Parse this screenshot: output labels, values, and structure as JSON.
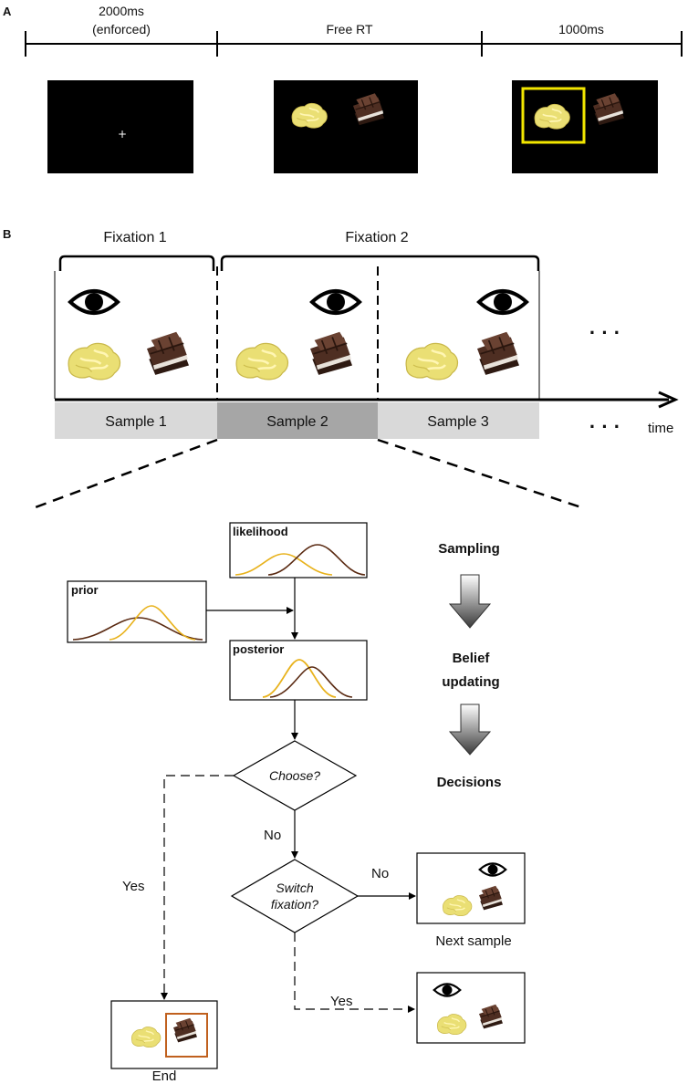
{
  "panel_a": {
    "label": "A",
    "timeline": [
      "2000ms",
      "(enforced)",
      "Free RT",
      "1000ms"
    ]
  },
  "panel_b": {
    "label": "B",
    "fixations": [
      "Fixation 1",
      "Fixation 2"
    ],
    "samples": [
      "Sample 1",
      "Sample 2",
      "Sample 3"
    ],
    "time_label": "time",
    "ellipsis": "· · ·",
    "boxes": {
      "likelihood": "likelihood",
      "prior": "prior",
      "posterior": "posterior"
    },
    "stages": [
      "Sampling",
      "Belief",
      "updating",
      "Decisions"
    ],
    "decision_choose": "Choose?",
    "decision_switch_1": "Switch",
    "decision_switch_2": "fixation?",
    "no_1": "No",
    "no_2": "No",
    "yes_1": "Yes",
    "yes_2": "Yes",
    "next_sample": "Next sample",
    "end": "End"
  },
  "colors": {
    "chips": "#e8dc6e",
    "chocolate": "#4a2b20",
    "curve_gold": "#e8b21c",
    "curve_brown": "#5a2a12",
    "highlight_yellow": "#f2e600",
    "highlight_orange": "#c0601e",
    "sample_light": "#d9d9d9",
    "sample_dark": "#a6a6a6"
  }
}
